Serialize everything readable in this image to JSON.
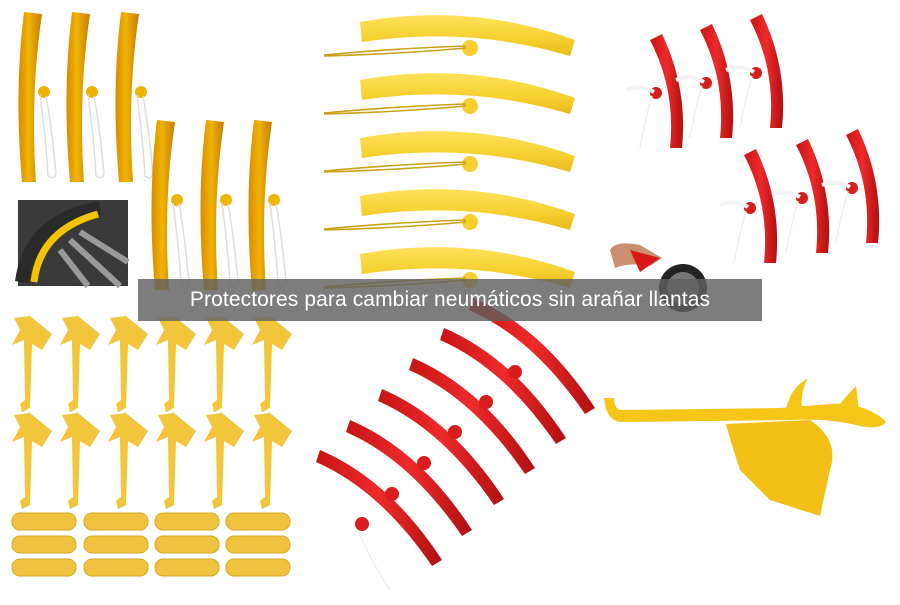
{
  "caption": {
    "text": "Protectores para cambiar neumáticos sin arañar llantas",
    "background": "#606060",
    "color": "#ffffff"
  },
  "panels": [
    {
      "id": "orange-rim-protectors",
      "description": "Six orange curved rim protectors with white strings, plus inset photo on wheel",
      "color": "#e8a400"
    },
    {
      "id": "yellow-rim-protectors",
      "description": "Five yellow curved rim protectors with yellow cords",
      "color": "#f7d23a"
    },
    {
      "id": "red-rim-protectors",
      "description": "Six red rim protectors with white cords, plus hand holding one on tire",
      "color": "#e02020"
    },
    {
      "id": "yellow-clips-set",
      "description": "Twelve yellow bead-holder clips and twelve yellow pads",
      "color": "#f2c53d"
    },
    {
      "id": "red-curved-protectors",
      "description": "Six red curved protectors arranged diagonally",
      "color": "#d91c1c"
    },
    {
      "id": "yellow-bead-tool",
      "description": "Single yellow tire bead breaker tool",
      "color": "#f5c518"
    }
  ]
}
